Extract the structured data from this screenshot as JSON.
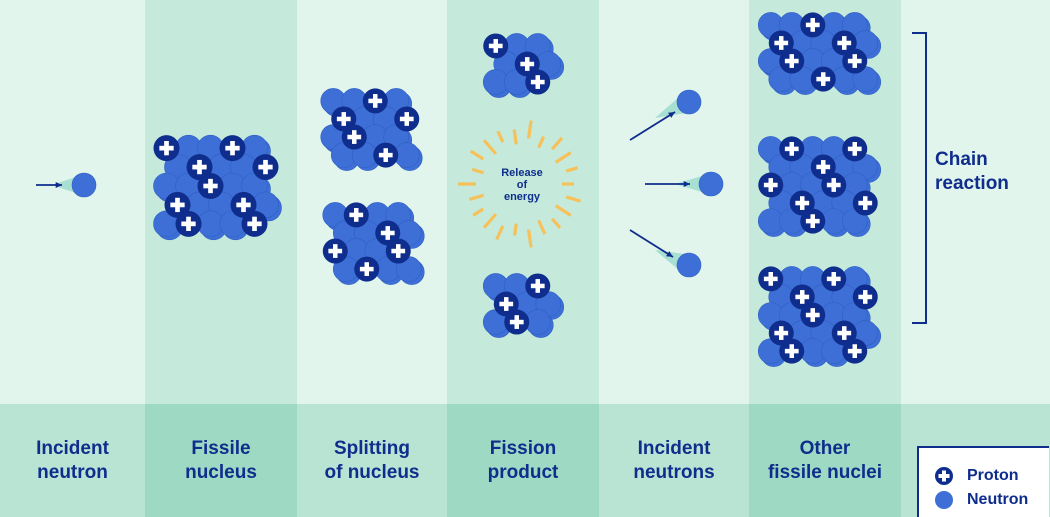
{
  "colors": {
    "panel_light": "#e1f5ec",
    "panel_dark": "#c5eadb",
    "label_strip_light": "#b9e4d4",
    "label_strip_dark": "#9ed9c3",
    "proton": "#0f2d8c",
    "neutron": "#3d6fd6",
    "energy_rays": "#f6c15a",
    "text": "#0f2d8c"
  },
  "stages": [
    {
      "label": "Incident\nneutron"
    },
    {
      "label": "Fissile\nnucleus"
    },
    {
      "label": "Splitting\nof nucleus"
    },
    {
      "label": "Fission\nproduct"
    },
    {
      "label": "Incident\nneutrons"
    },
    {
      "label": "Other\nfissile nuclei"
    }
  ],
  "energy_label": "Release\nof\nenergy",
  "chain_reaction_label": "Chain\nreaction",
  "legend": {
    "proton": "Proton",
    "neutron": "Neutron"
  },
  "icons": [
    "proton-icon",
    "neutron-icon",
    "arrow-icon",
    "energy-burst-icon",
    "bracket-icon"
  ]
}
